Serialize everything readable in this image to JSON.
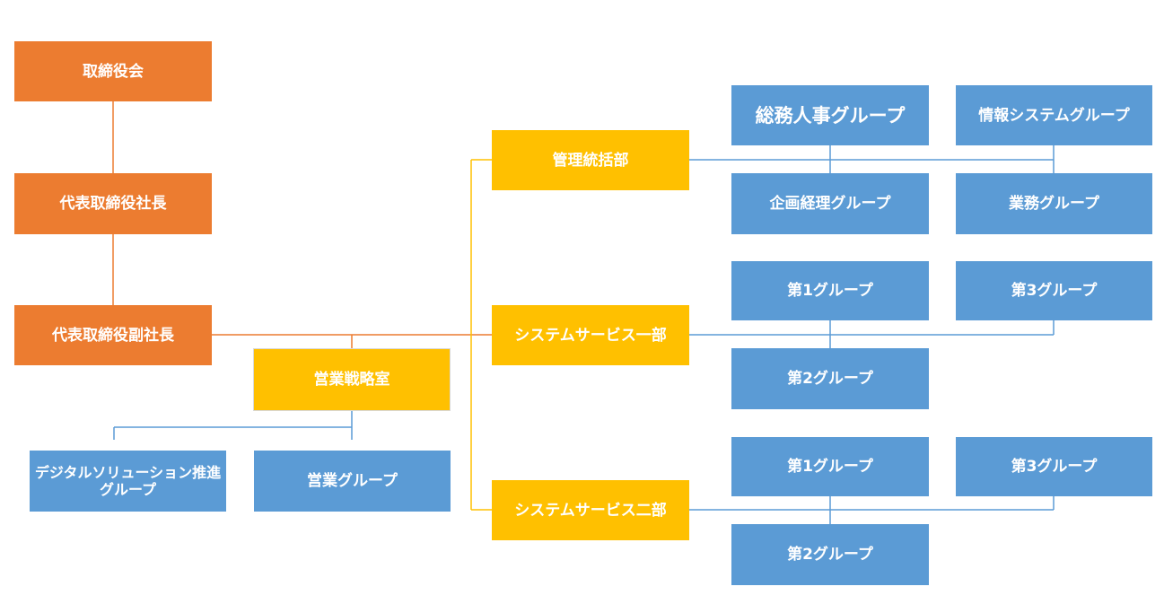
{
  "diagram": {
    "executive": {
      "board": "取締役会",
      "president": "代表取締役社長",
      "vice_president": "代表取締役副社長"
    },
    "sales": {
      "strategy_office": "営業戦略室",
      "digital_solution_group": "デジタルソリューション推進\nグループ",
      "sales_group": "営業グループ"
    },
    "admin_division": {
      "name": "管理統括部",
      "groups": {
        "general_affairs_hr": "総務人事グループ",
        "info_systems": "情報システムグループ",
        "planning_accounting": "企画経理グループ",
        "operations": "業務グループ"
      }
    },
    "system_service_1": {
      "name": "システムサービス一部",
      "groups": [
        "第1グループ",
        "第2グループ",
        "第3グループ"
      ]
    },
    "system_service_2": {
      "name": "システムサービス二部",
      "groups": [
        "第1グループ",
        "第2グループ",
        "第3グループ"
      ]
    },
    "colors": {
      "executive": "#ec7c30",
      "division": "#ffc000",
      "group": "#5b9bd5",
      "connector": "#ec7c30"
    }
  }
}
